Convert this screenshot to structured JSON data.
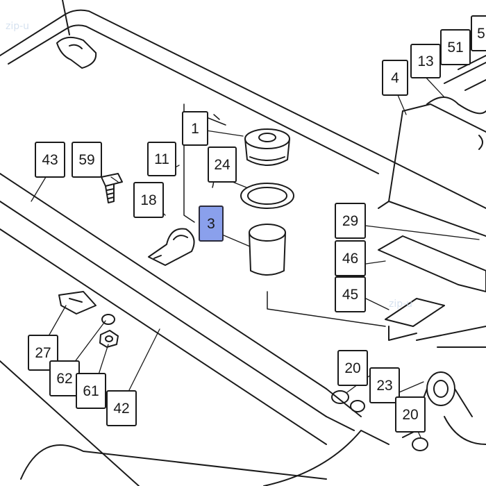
{
  "colors": {
    "line": "#1a1a1a",
    "callout_border": "#1a1a1a",
    "callout_bg": "#ffffff",
    "selected_bg": "#8aa0ec",
    "watermark": "#c8d8ea"
  },
  "watermark_text": "zip-u",
  "selected_callout": "3",
  "callouts": {
    "c1": "1",
    "c3": "3",
    "c4": "4",
    "c11": "11",
    "c13": "13",
    "c18": "18",
    "c20a": "20",
    "c20b": "20",
    "c23": "23",
    "c24": "24",
    "c27": "27",
    "c29": "29",
    "c42": "42",
    "c43": "43",
    "c45": "45",
    "c46": "46",
    "c51": "51",
    "c59": "59",
    "c61": "61",
    "c62": "62",
    "c5x": "5"
  }
}
